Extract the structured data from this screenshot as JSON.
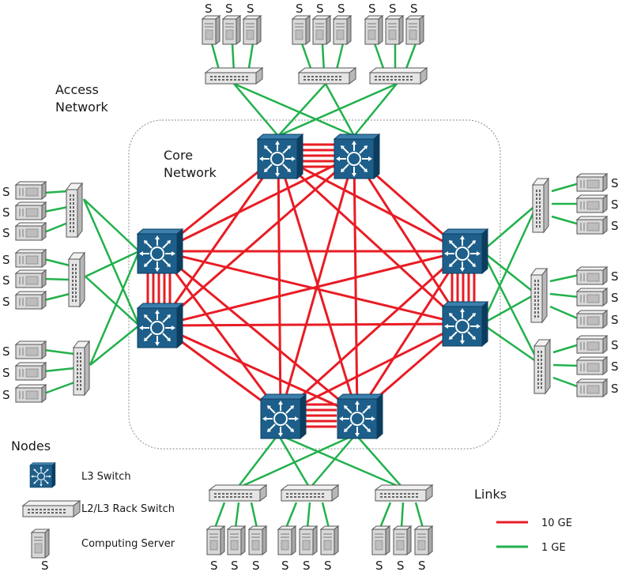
{
  "labels": {
    "access_network_line1": "Access",
    "access_network_line2": "Network",
    "core_network_line1": "Core",
    "core_network_line2": "Network",
    "server_letter": "S"
  },
  "legend": {
    "nodes_title": "Nodes",
    "l3_switch": "L3 Switch",
    "rack_switch": "L2/L3 Rack Switch",
    "server": "Computing Server",
    "server_letter": "S",
    "links_title": "Links",
    "link_10ge": "10 GE",
    "link_1ge": "1 GE"
  },
  "colors": {
    "link_10ge": "#e81c24",
    "link_1ge": "#22b14c",
    "switch_fill": "#1d5f8a",
    "switch_dark": "#0d3d5e",
    "core_boundary": "#8a8a8a"
  },
  "icons": {
    "l3_switch": "l3-switch-icon",
    "rack_switch": "rack-switch-icon",
    "server": "server-icon"
  }
}
